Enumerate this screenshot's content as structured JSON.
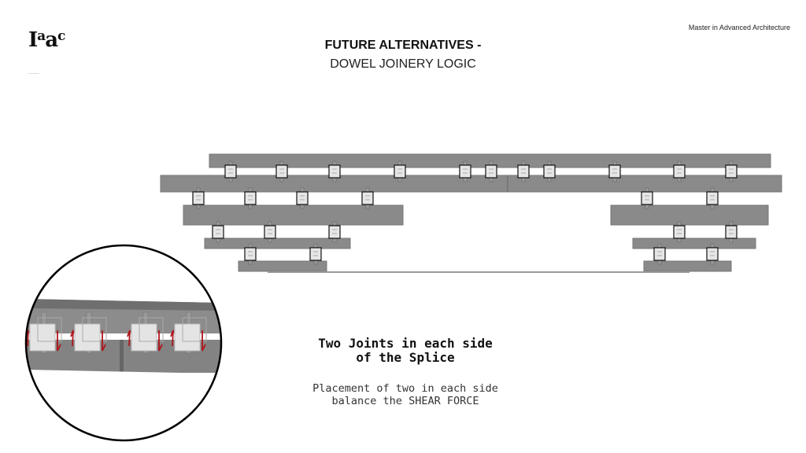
{
  "header": {
    "logo_text": "Iaac",
    "program": "Master in Advanced Architecture",
    "title": "FUTURE ALTERNATIVES -",
    "subtitle": "DOWEL JOINERY LOGIC"
  },
  "diagram": {
    "beam_color": "#8a8a8a",
    "joint_color": "#e6e6e6",
    "shear_arrow_color": "#b0141b"
  },
  "caption": {
    "heading_line1": "Two Joints in each side",
    "heading_line2": "of the Splice",
    "desc_line1": "Placement of two in each side",
    "desc_line2": "balance the SHEAR FORCE"
  }
}
